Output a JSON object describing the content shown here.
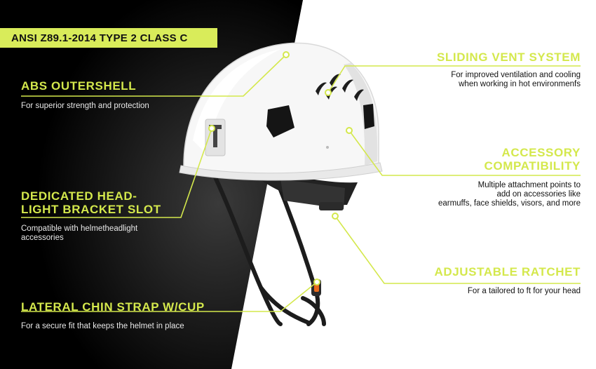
{
  "badge": "ANSI Z89.1-2014 TYPE 2 CLASS C",
  "features_left": [
    {
      "title": "ABS OUTERSHELL",
      "desc": "For superior strength and protection"
    },
    {
      "title_line1": "DEDICATED HEAD-",
      "title_line2": "LIGHT BRACKET SLOT",
      "desc_line1": "Compatible with  helmetheadlight",
      "desc_line2": "accessories"
    },
    {
      "title": "LATERAL CHIN STRAP W/CUP",
      "desc": "For a secure fit that keeps the helmet in place"
    }
  ],
  "features_right": [
    {
      "title": "SLIDING VENT SYSTEM",
      "desc_line1": "For improved ventilation and cooling",
      "desc_line2": "when working in hot environmenfs"
    },
    {
      "title_line1": "ACCESSORY",
      "title_line2": "COMPATIBILITY",
      "desc_line1": "Multiple attachment points to",
      "desc_line2": "add on accessories like",
      "desc_line3": "earmuffs, face shields, visors, and more"
    },
    {
      "title": "ADJUSTABLE RATCHET",
      "desc": "For a tailored to ft for your head"
    }
  ],
  "colors": {
    "accent": "#d4e84c",
    "dark": "#000000",
    "light": "#ffffff"
  }
}
